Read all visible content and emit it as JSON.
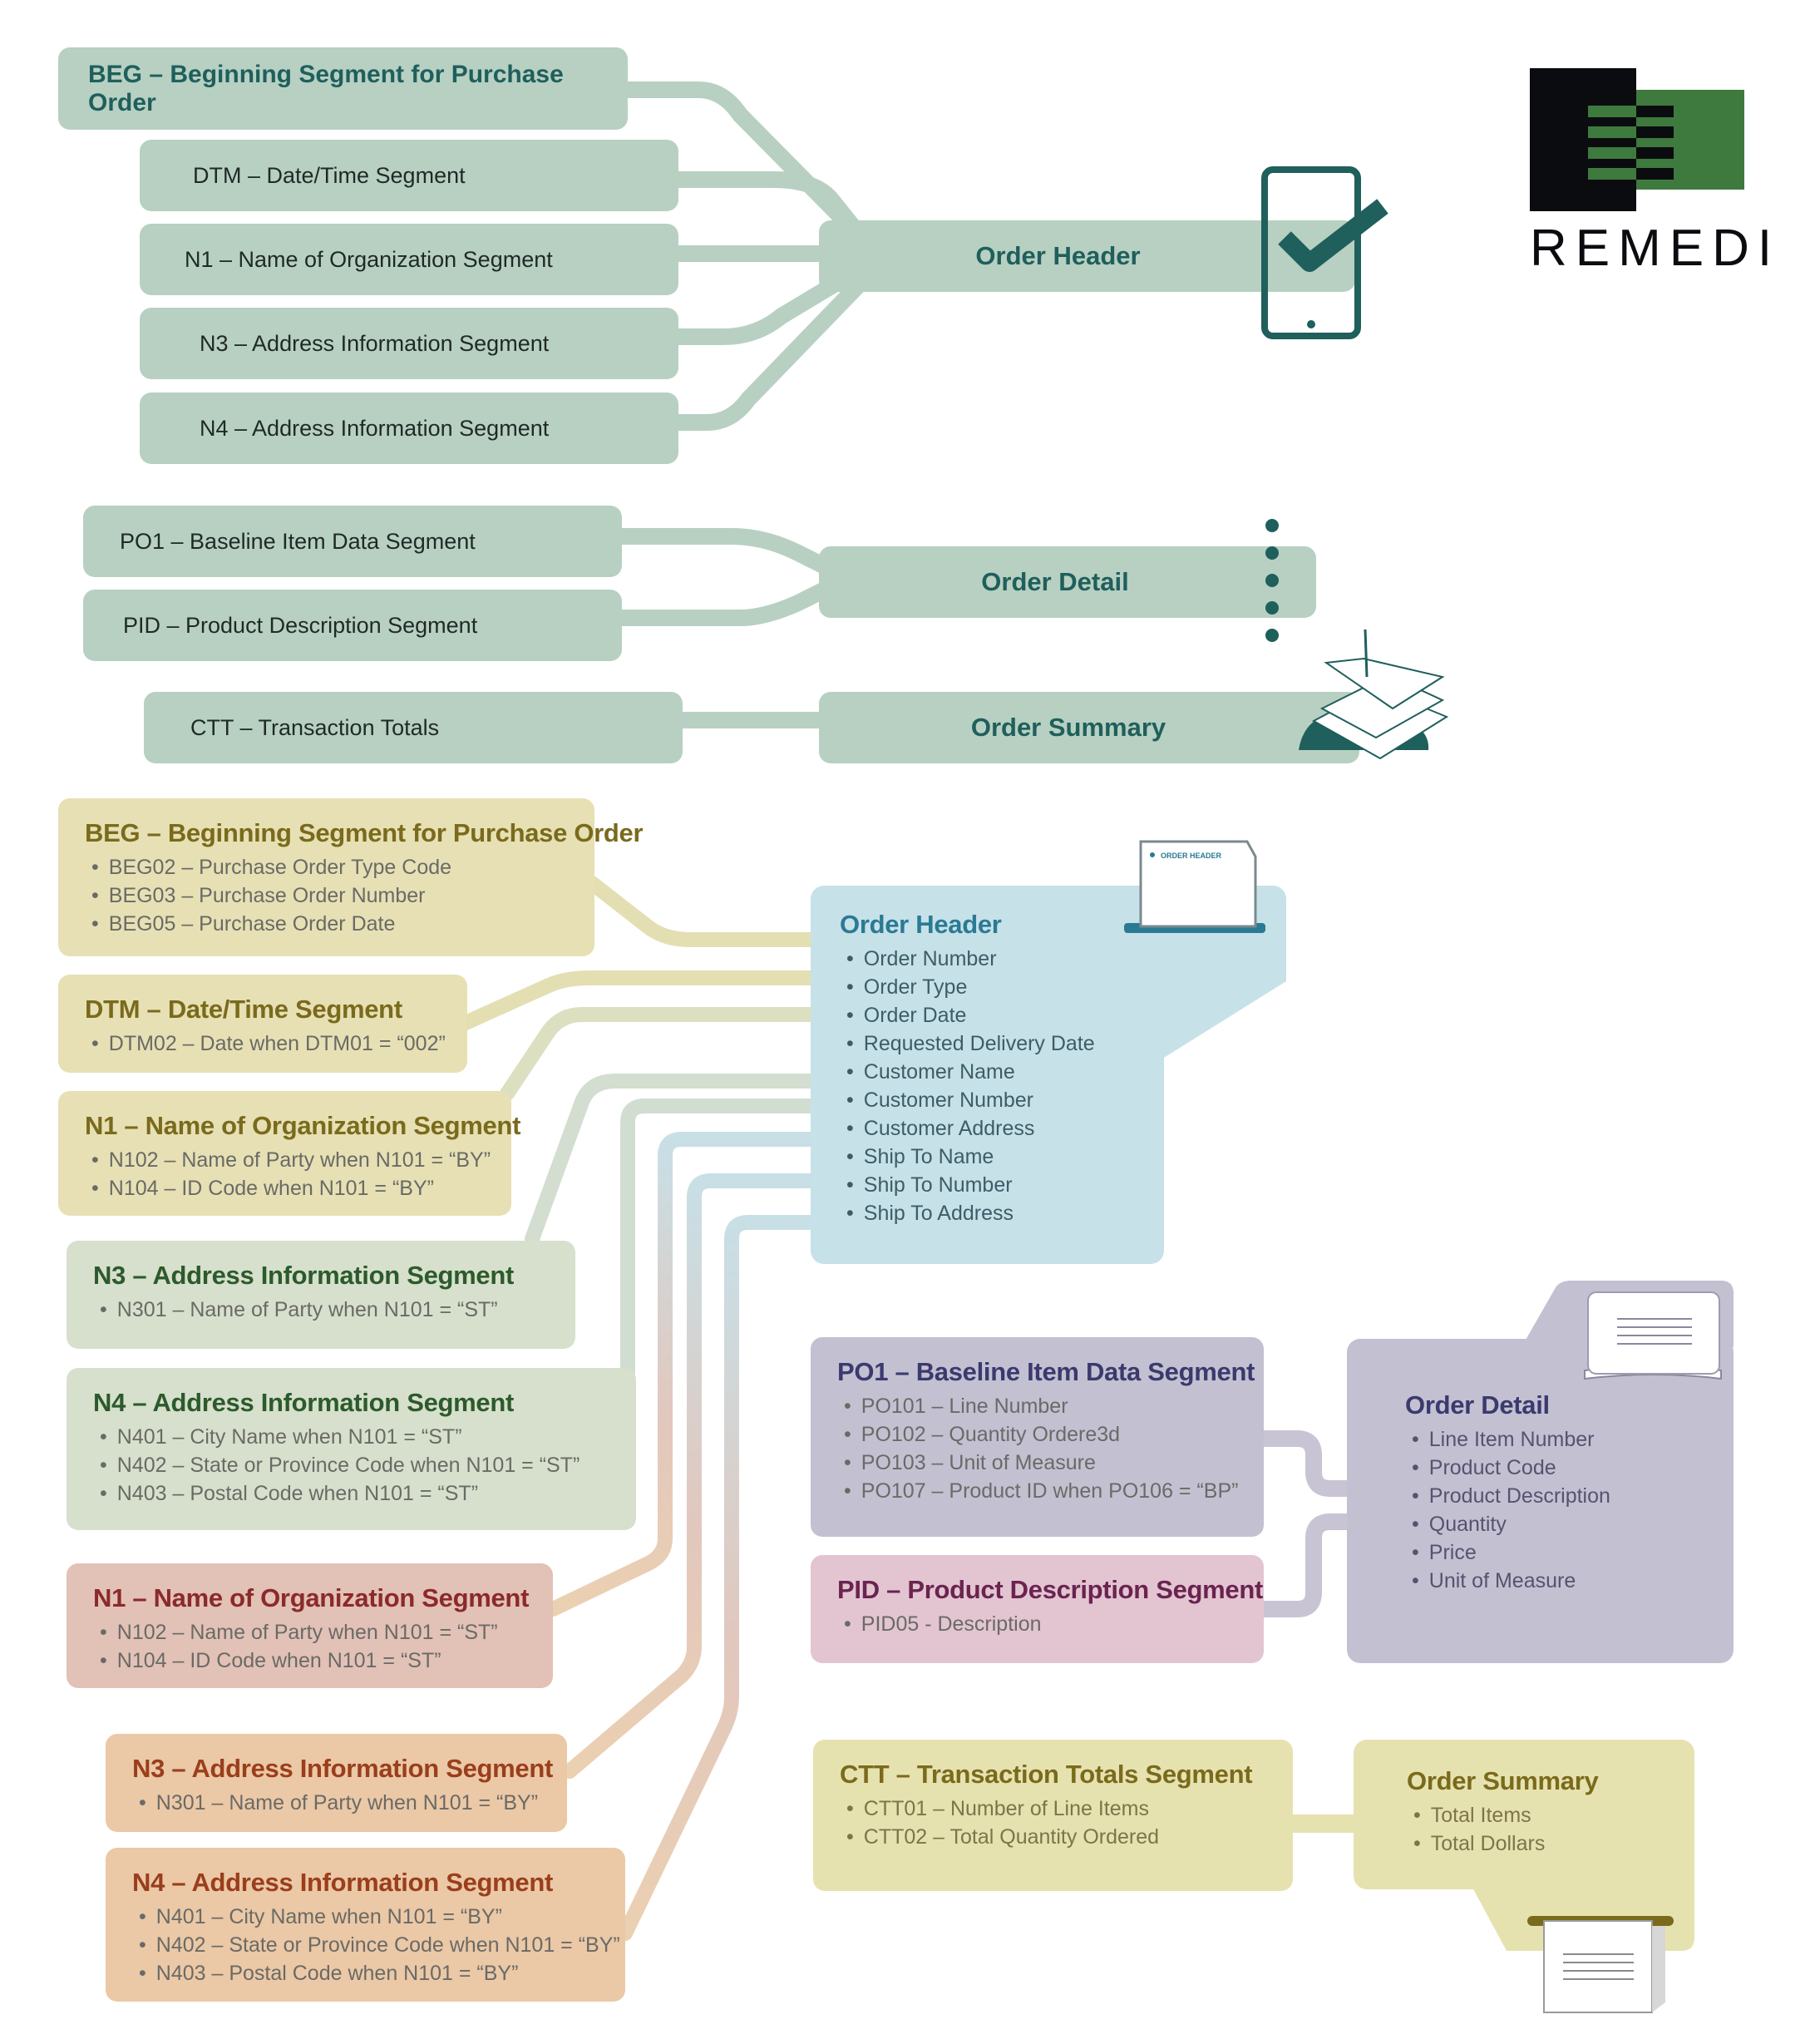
{
  "brand": {
    "name": "REMEDI"
  },
  "top": {
    "left_segments": [
      {
        "label": "BEG – Beginning Segment for Purchase Order"
      },
      {
        "label": "DTM – Date/Time Segment"
      },
      {
        "label": "N1 – Name of Organization Segment"
      },
      {
        "label": "N3 – Address Information Segment"
      },
      {
        "label": "N4 – Address Information Segment"
      },
      {
        "label": "PO1 – Baseline Item Data Segment"
      },
      {
        "label": "PID – Product Description Segment"
      },
      {
        "label": "CTT – Transaction Totals"
      }
    ],
    "targets": {
      "header": "Order Header",
      "detail": "Order Detail",
      "summary": "Order Summary"
    }
  },
  "header_segments": [
    {
      "title": "BEG – Beginning Segment for Purchase Order",
      "items": [
        "BEG02 – Purchase Order Type Code",
        "BEG03 – Purchase Order Number",
        "BEG05 – Purchase Order Date"
      ],
      "color": "#e6e0b4",
      "text_color": "#7a6a1c"
    },
    {
      "title": "DTM – Date/Time Segment",
      "items": [
        "DTM02 – Date when DTM01 = “002”"
      ],
      "color": "#e6e0b4",
      "text_color": "#7a6a1c"
    },
    {
      "title": "N1 – Name of Organization Segment",
      "items": [
        "N102 – Name of Party when N101 = “BY”",
        "N104 – ID Code when N101 = “BY”"
      ],
      "color": "#e6e0b4",
      "text_color": "#7a6a1c"
    },
    {
      "title": "N3 – Address Information Segment",
      "items": [
        "N301 – Name of Party when N101 = “ST”"
      ],
      "color": "#d7e0cc",
      "text_color": "#2c5a2c"
    },
    {
      "title": "N4 – Address Information Segment",
      "items": [
        "N401 – City Name when N101 = “ST”",
        "N402 – State or Province Code when N101 = “ST”",
        "N403 – Postal Code when N101 = “ST”"
      ],
      "color": "#d7e0cc",
      "text_color": "#2c5a2c"
    },
    {
      "title": "N1 – Name of Organization Segment",
      "items": [
        "N102 – Name of Party when N101 = “ST”",
        "N104 – ID Code when N101 = “ST”"
      ],
      "color": "#e2c1b6",
      "text_color": "#8b2a2a"
    },
    {
      "title": "N3 – Address Information Segment",
      "items": [
        "N301 – Name of Party when N101 = “BY”"
      ],
      "color": "#ebc8a6",
      "text_color": "#9a3e1c"
    },
    {
      "title": "N4 – Address Information Segment",
      "items": [
        "N401 – City Name when N101 = “BY”",
        "N402 – State or Province Code when N101 = “BY”",
        "N403 – Postal Code when N101 = “BY”"
      ],
      "color": "#ebc8a6",
      "text_color": "#9a3e1c"
    }
  ],
  "order_header": {
    "title": "Order Header",
    "tag": "ORDER HEADER",
    "items": [
      "Order Number",
      "Order Type",
      "Order Date",
      "Requested Delivery Date",
      "Customer Name",
      "Customer Number",
      "Customer Address",
      "Ship To Name",
      "Ship To Number",
      "Ship To Address"
    ]
  },
  "detail_segments": [
    {
      "title": "PO1 – Baseline Item Data Segment",
      "items": [
        "PO101 – Line Number",
        "PO102 – Quantity Ordere3d",
        "PO103 – Unit of Measure",
        "PO107 – Product ID when PO106 = “BP”"
      ],
      "color": "#c3c0d2",
      "text_color": "#3a3a6e"
    },
    {
      "title": "PID – Product Description Segment",
      "items": [
        "PID05 - Description"
      ],
      "color": "#e2c5d1",
      "text_color": "#6b2350"
    }
  ],
  "order_detail": {
    "title": "Order Detail",
    "items": [
      "Line Item Number",
      "Product Code",
      "Product Description",
      "Quantity",
      "Price",
      "Unit of Measure"
    ]
  },
  "summary_segment": {
    "title": "CTT – Transaction Totals Segment",
    "items": [
      "CTT01 – Number of Line Items",
      "CTT02 – Total Quantity Ordered"
    ],
    "color": "#e6e2b0",
    "text_color": "#7a6a1c"
  },
  "order_summary": {
    "title": "Order Summary",
    "items": [
      "Total Items",
      "Total Dollars"
    ]
  },
  "colors": {
    "teal_pill": "#b7d0c2",
    "teal_dark": "#1f5f5c",
    "logo_green": "#3e7a3e",
    "order_header_bg": "#c7e1e8",
    "order_header_title": "#2a7a94",
    "order_detail_bg": "#c3c0d2"
  },
  "icons": [
    "phone-check-icon",
    "vertical-dots-icon",
    "papers-stack-icon",
    "document-icon",
    "folder-document-icon",
    "printer-receipt-icon"
  ]
}
